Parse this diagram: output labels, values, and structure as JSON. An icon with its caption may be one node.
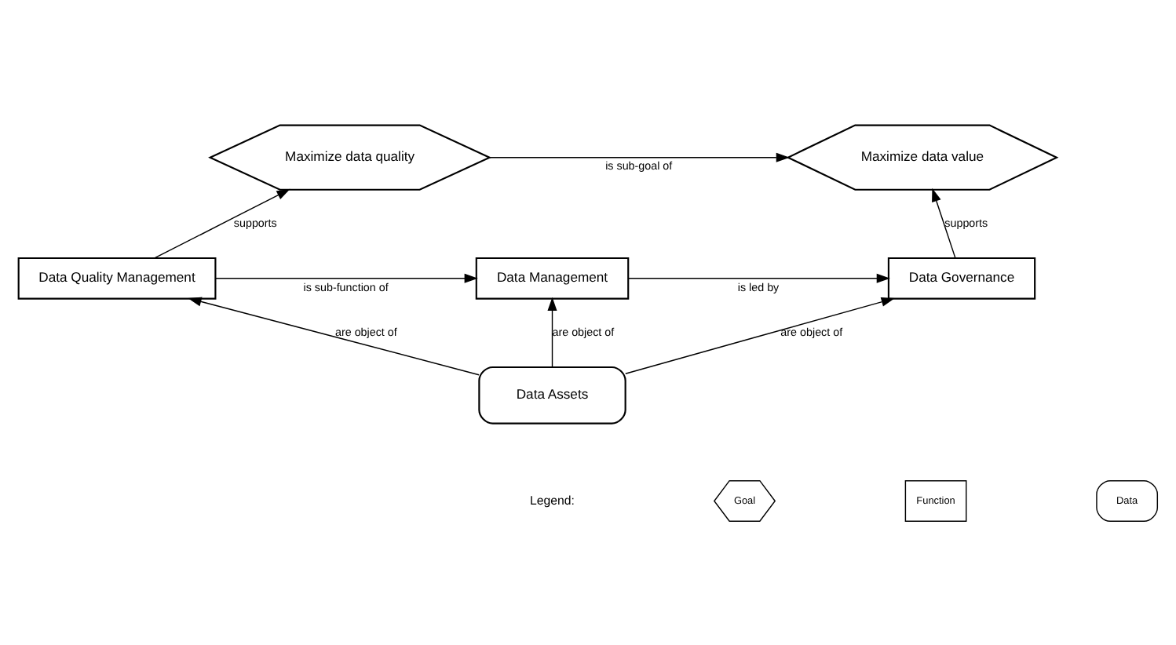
{
  "diagram": {
    "nodes": [
      {
        "text": [
          "Maximize data value"
        ]
      },
      {
        "text": [
          "Maximize data quality"
        ]
      },
      {
        "text": [
          "Data Governance"
        ]
      },
      {
        "text": [
          "Data Management"
        ]
      },
      {
        "text": [
          "Data Quality Management"
        ]
      },
      {
        "text": [
          "Data Assets"
        ]
      }
    ],
    "edges": [
      {
        "from": 1,
        "to": 0,
        "arrow": "to",
        "label": "is sub-goal of"
      },
      {
        "from": 2,
        "to": 0,
        "arrow": "to",
        "label": "supports"
      },
      {
        "from": 4,
        "to": 1,
        "arrow": "to",
        "label": "supports"
      },
      {
        "from": 3,
        "to": 2,
        "arrow": "to",
        "label": "is led by"
      },
      {
        "from": 4,
        "to": 3,
        "arrow": "to",
        "label": "is sub-function of"
      },
      {
        "from": 5,
        "to": 2,
        "arrow": "to",
        "label": "are object of"
      },
      {
        "from": 5,
        "to": 3,
        "arrow": "to",
        "label": "are object of"
      },
      {
        "from": 5,
        "to": 4,
        "arrow": "to",
        "label": "are object of"
      }
    ],
    "labels": [
      "Legend:"
    ],
    "legend": [
      {
        "text": "Goal"
      },
      {
        "text": "Function"
      },
      {
        "text": "Data"
      }
    ]
  }
}
